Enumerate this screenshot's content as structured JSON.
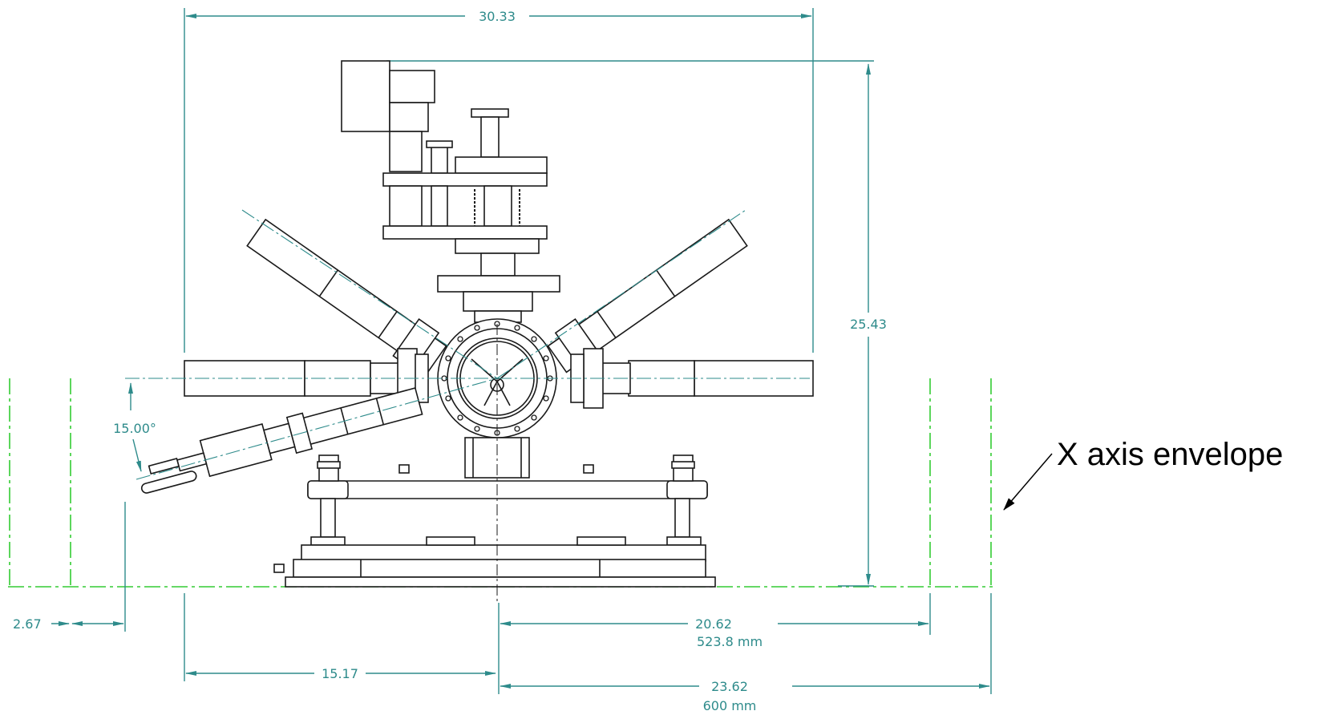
{
  "dimensions": {
    "overall_width": "30.33",
    "height": "25.43",
    "angle": "15.00°",
    "left_offset": "2.67",
    "left_half_width": "15.17",
    "envelope_half_in": "20.62",
    "envelope_half_mm": "523.8 mm",
    "envelope_outer_in": "23.62",
    "envelope_outer_mm": "600 mm"
  },
  "annotation": {
    "label": "X axis envelope"
  },
  "colors": {
    "dimension": "#2e8b8b",
    "envelope": "#33cc33",
    "linework": "#1a1a1a",
    "background": "#ffffff"
  }
}
